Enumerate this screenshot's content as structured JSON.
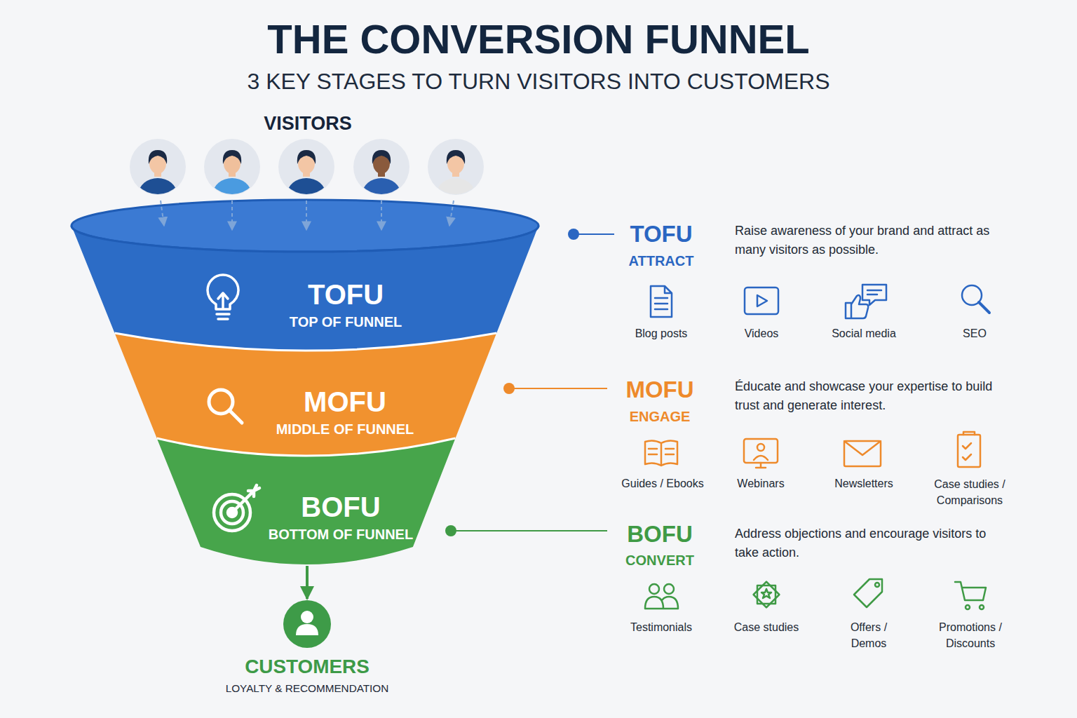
{
  "diagram": {
    "title": "THE CONVERSION FUNNEL",
    "nodes": [
      {
        "text": [
          "TOFU",
          "TOP OF FUNNEL"
        ]
      },
      {
        "text": [
          "MOFU",
          "MIDDLE OF FUNNEL"
        ]
      },
      {
        "text": [
          "BOFU",
          "BOTTOM OF FUNNEL"
        ]
      },
      {
        "text": [
          "CUSTOMERS",
          "LOYALTY & RECOMMENDATION"
        ]
      }
    ],
    "edges": [
      {
        "from": 2,
        "to": 3,
        "arrow": "to"
      }
    ],
    "labels": [
      "3 KEY STAGES TO TURN VISITORS INTO CUSTOMERS",
      "VISITORS",
      "TOFU",
      "ATTRACT",
      "Raise awareness of your brand and attract as many visitors as possible.",
      "Blog posts",
      "Videos",
      "Social media",
      "SEO",
      "MOFU",
      "ENGAGE",
      "Éducate and showcase your expertise to build trust and generate interest.",
      "Guides / Ebooks",
      "Webinars",
      "Newsletters",
      "Case studies / Comparisons",
      "BOFU",
      "CONVERT",
      "Address objections and encourage visitors to take action.",
      "Testimonials",
      "Case studies",
      "Offers / Demos",
      "Promotions / Discounts"
    ]
  }
}
